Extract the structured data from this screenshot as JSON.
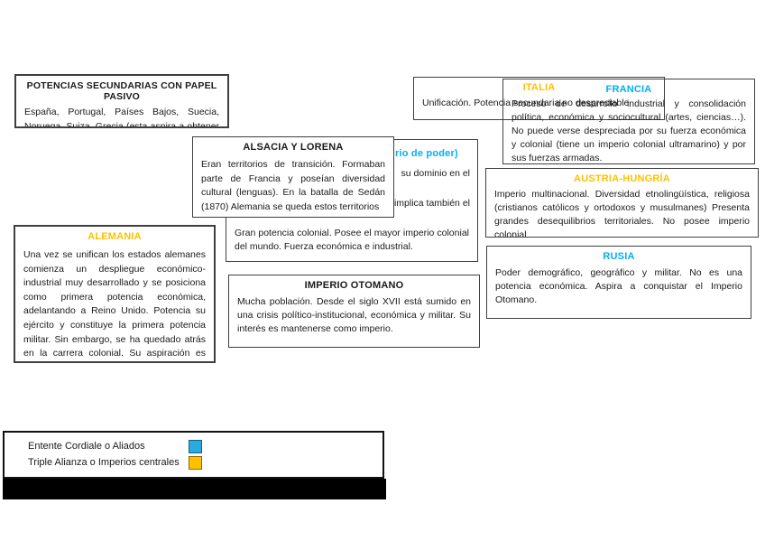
{
  "colors": {
    "accent_orange": "#FFC000",
    "accent_blue": "#00B0F0",
    "bar_black": "#000000"
  },
  "boxes": {
    "potencias": {
      "title": "POTENCIAS SECUNDARIAS CON PAPEL PASIVO",
      "body": "España, Portugal, Países Bajos, Suecia, Noruega, Suiza, Grecia (esta aspira a obtener partes del"
    },
    "italia": {
      "title": "ITALIA",
      "body": "Unificación. Potencia secundaria no despreciable"
    },
    "francia": {
      "title": "FRANCIA",
      "body": "Proceso de desarrollo industrial y consolidación política, económica y sociocultural (artes, ciencias…). No puede verse despreciada por su fuerza económica y colonial (tiene un imperio colonial ultramarino) y por sus fuerzas armadas."
    },
    "alsacia": {
      "title": "ALSACIA Y LORENA",
      "body": "Eran territorios de transición. Formaban parte de Francia y poseían diversidad cultural (lenguas). En la batalla de Sedán (1870) Alemania se queda estos territorios"
    },
    "reino_unido": {
      "title_fragment": "rio de poder)",
      "fragment_line_1": "su dominio en el",
      "fragment_line_2": "implica también el",
      "body": "Gran potencia colonial. Posee el mayor imperio colonial del mundo. Fuerza económica e industrial."
    },
    "alemania": {
      "title": "ALEMANIA",
      "body": "Una vez se unifican los estados alemanes comienza un despliegue económico-industrial muy desarrollado y se posiciona como primera potencia económica, adelantando a Reino Unido. Potencia su ejército y constituye la primera potencia militar. Sin embargo, se ha quedado atrás en la carrera colonial. Su aspiración es obtener poder naval."
    },
    "austria": {
      "title": "AUSTRIA-HUNGRÍA",
      "body": "Imperio multinacional. Diversidad etnolingüística, religiosa (cristianos católicos y ortodoxos y musulmanes) Presenta grandes desequilibrios territoriales. No posee imperio colonial"
    },
    "rusia": {
      "title": "RUSIA",
      "body": "Poder demográfico, geográfico y militar. No es una potencia económica. Aspira a conquistar el Imperio Otomano."
    },
    "otomano": {
      "title": "IMPERIO OTOMANO",
      "body": "Mucha población. Desde el siglo XVII está sumido en una crisis político-institucional, económica y militar. Su interés es mantenerse como imperio."
    }
  },
  "legend": {
    "items": [
      {
        "label": "Entente Cordiale o Aliados",
        "color": "#29ABE2"
      },
      {
        "label": "Triple Alianza o Imperios centrales",
        "color": "#FFC000"
      }
    ]
  }
}
